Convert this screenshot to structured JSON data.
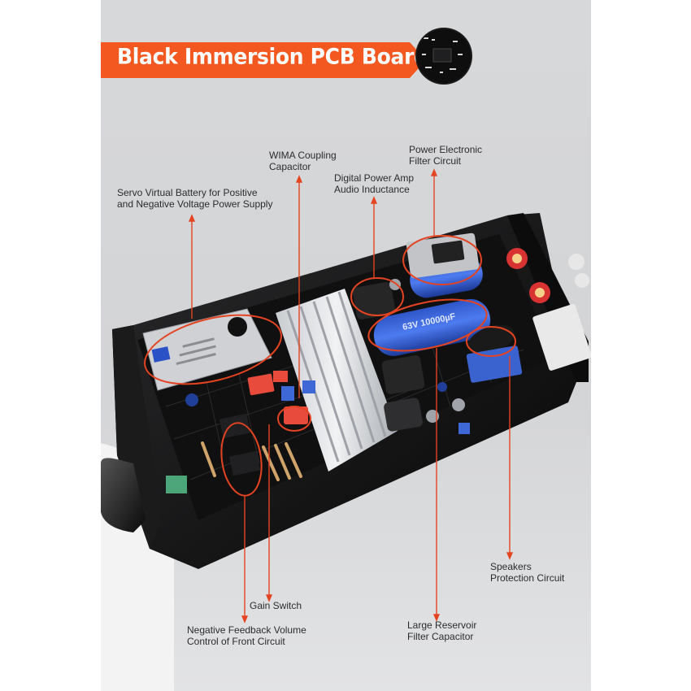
{
  "banner": {
    "title": "Black Immersion PCB Board"
  },
  "colors": {
    "accent": "#f2581f",
    "panel": "#d5d6d8",
    "board": "#121212"
  },
  "callouts": [
    {
      "id": "servo",
      "line1": "Servo Virtual Battery for Positive",
      "line2": "and Negative Voltage Power Supply"
    },
    {
      "id": "wima",
      "line1": "WIMA Coupling",
      "line2": "Capacitor"
    },
    {
      "id": "digital-amp",
      "line1": "Digital Power Amp",
      "line2": "Audio Inductance"
    },
    {
      "id": "power-filter",
      "line1": "Power Electronic",
      "line2": "Filter Circuit"
    },
    {
      "id": "speakers",
      "line1": "Speakers",
      "line2": "Protection Circuit"
    },
    {
      "id": "gain",
      "line1": "Gain Switch"
    },
    {
      "id": "reservoir",
      "line1": "Large Reservoir",
      "line2": "Filter Capacitor"
    },
    {
      "id": "feedback",
      "line1": "Negative Feedback Volume",
      "line2": "Control of Front Circuit"
    }
  ]
}
